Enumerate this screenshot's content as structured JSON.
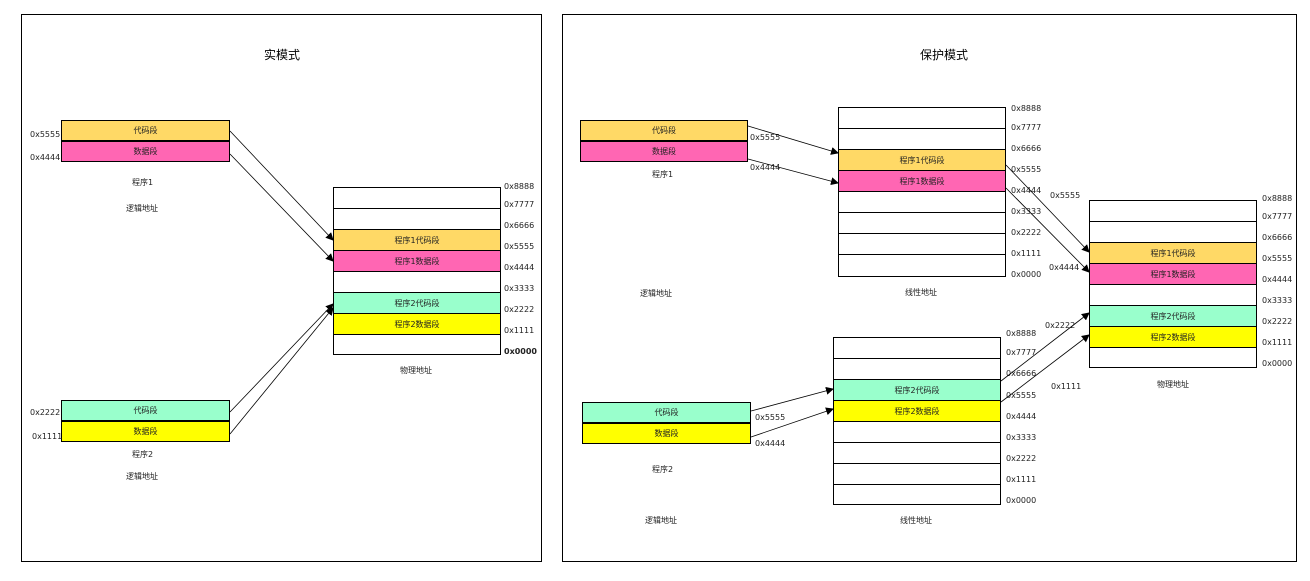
{
  "colors": {
    "code_segment": "#FFD966",
    "data_segment": "#FF66B3",
    "code_segment_2": "#99FFCC",
    "data_segment_2": "#FFFF00",
    "border": "#000000"
  },
  "real_mode": {
    "title": "实模式",
    "program1": {
      "code_label": "代码段",
      "data_label": "数据段",
      "code_addr": "0x5555",
      "data_addr": "0x4444",
      "name": "程序1",
      "caption": "逻辑地址"
    },
    "program2": {
      "code_label": "代码段",
      "data_label": "数据段",
      "code_addr": "0x2222",
      "data_addr": "0x1111",
      "name": "程序2",
      "caption": "逻辑地址"
    },
    "physical": {
      "caption": "物理地址",
      "addresses": [
        "0x8888",
        "0x7777",
        "0x6666",
        "0x5555",
        "0x4444",
        "0x3333",
        "0x2222",
        "0x1111",
        "0x0000"
      ],
      "cells": [
        "",
        "",
        "程序1代码段",
        "程序1数据段",
        "",
        "程序2代码段",
        "程序2数据段",
        ""
      ]
    }
  },
  "protected_mode": {
    "title": "保护模式",
    "program1": {
      "code_label": "代码段",
      "data_label": "数据段",
      "name": "程序1",
      "caption": "逻辑地址",
      "arrow_code_addr": "0x5555",
      "arrow_data_addr": "0x4444"
    },
    "program2": {
      "code_label": "代码段",
      "data_label": "数据段",
      "name": "程序2",
      "caption": "逻辑地址",
      "arrow_code_addr": "0x5555",
      "arrow_data_addr": "0x4444"
    },
    "linear1": {
      "caption": "线性地址",
      "addresses": [
        "0x8888",
        "0x7777",
        "0x6666",
        "0x5555",
        "0x4444",
        "0x3333",
        "0x2222",
        "0x1111",
        "0x0000"
      ],
      "cells": [
        "",
        "",
        "程序1代码段",
        "程序1数据段",
        "",
        "",
        "",
        ""
      ]
    },
    "linear2": {
      "caption": "线性地址",
      "addresses": [
        "0x8888",
        "0x7777",
        "0x6666",
        "0x5555",
        "0x4444",
        "0x3333",
        "0x2222",
        "0x1111",
        "0x0000"
      ],
      "cells": [
        "",
        "",
        "程序2代码段",
        "程序2数据段",
        "",
        "",
        "",
        ""
      ]
    },
    "physical": {
      "caption": "物理地址",
      "addresses": [
        "0x8888",
        "0x7777",
        "0x6666",
        "0x5555",
        "0x4444",
        "0x3333",
        "0x2222",
        "0x1111",
        "0x0000"
      ],
      "cells": [
        "",
        "",
        "程序1代码段",
        "程序1数据段",
        "",
        "程序2代码段",
        "程序2数据段",
        ""
      ],
      "arrow_p1_code_addr": "0x5555",
      "arrow_p1_data_addr": "0x4444",
      "arrow_p2_code_addr": "0x2222",
      "arrow_p2_data_addr": "0x1111"
    }
  }
}
